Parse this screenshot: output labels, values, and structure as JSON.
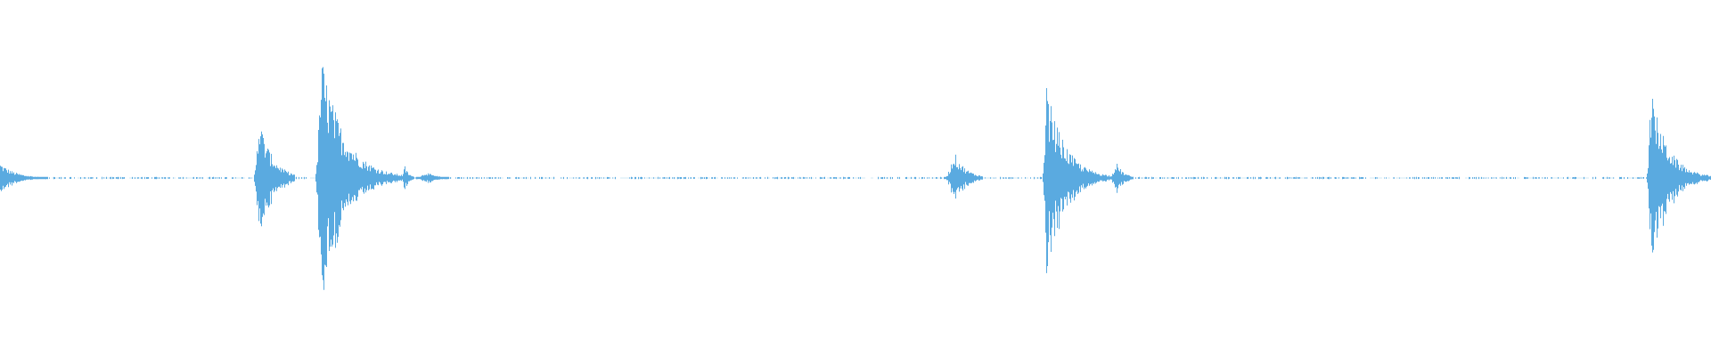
{
  "waveform": {
    "color": "#5aaae0",
    "background": "#ffffff",
    "baseline_amplitude": 0.006,
    "events": [
      {
        "start": 0.0,
        "end": 0.028,
        "peak": 0.085,
        "attack": 0.0,
        "decay": 0.35
      },
      {
        "start": 0.148,
        "end": 0.172,
        "peak": 0.36,
        "attack": 0.12,
        "decay": 0.4
      },
      {
        "start": 0.184,
        "end": 0.235,
        "peak": 0.7,
        "attack": 0.07,
        "decay": 0.3
      },
      {
        "start": 0.234,
        "end": 0.242,
        "peak": 0.07,
        "attack": 0.3,
        "decay": 0.5
      },
      {
        "start": 0.243,
        "end": 0.262,
        "peak": 0.035,
        "attack": 0.3,
        "decay": 0.5
      },
      {
        "start": 0.552,
        "end": 0.574,
        "peak": 0.15,
        "attack": 0.25,
        "decay": 0.45
      },
      {
        "start": 0.609,
        "end": 0.65,
        "peak": 0.52,
        "attack": 0.06,
        "decay": 0.3
      },
      {
        "start": 0.648,
        "end": 0.662,
        "peak": 0.09,
        "attack": 0.3,
        "decay": 0.5
      },
      {
        "start": 0.962,
        "end": 1.0,
        "peak": 0.5,
        "attack": 0.07,
        "decay": 0.3
      }
    ]
  }
}
